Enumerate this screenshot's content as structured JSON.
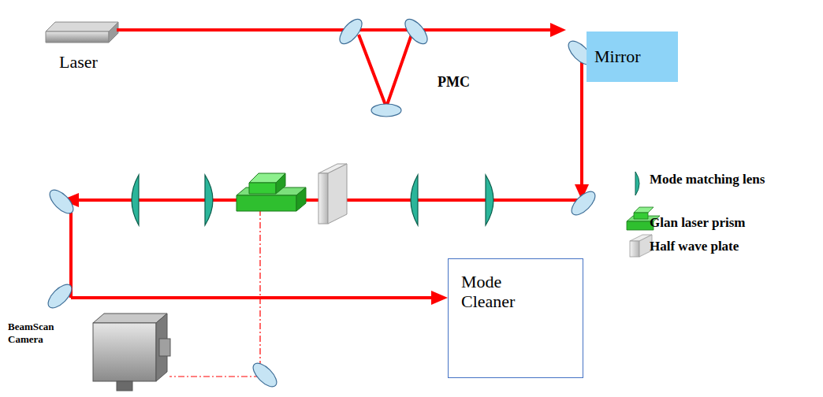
{
  "diagram": {
    "nodes": [
      {
        "text": [
          "Mirror"
        ]
      },
      {
        "text": [
          "Mode Cleaner"
        ]
      }
    ],
    "labels": [
      "Laser",
      "PMC",
      "BeamScan Camera"
    ],
    "legend": [
      {
        "text": "Mode matching lens"
      },
      {
        "text": "Glan laser prism"
      },
      {
        "text": "Half wave plate"
      }
    ]
  }
}
